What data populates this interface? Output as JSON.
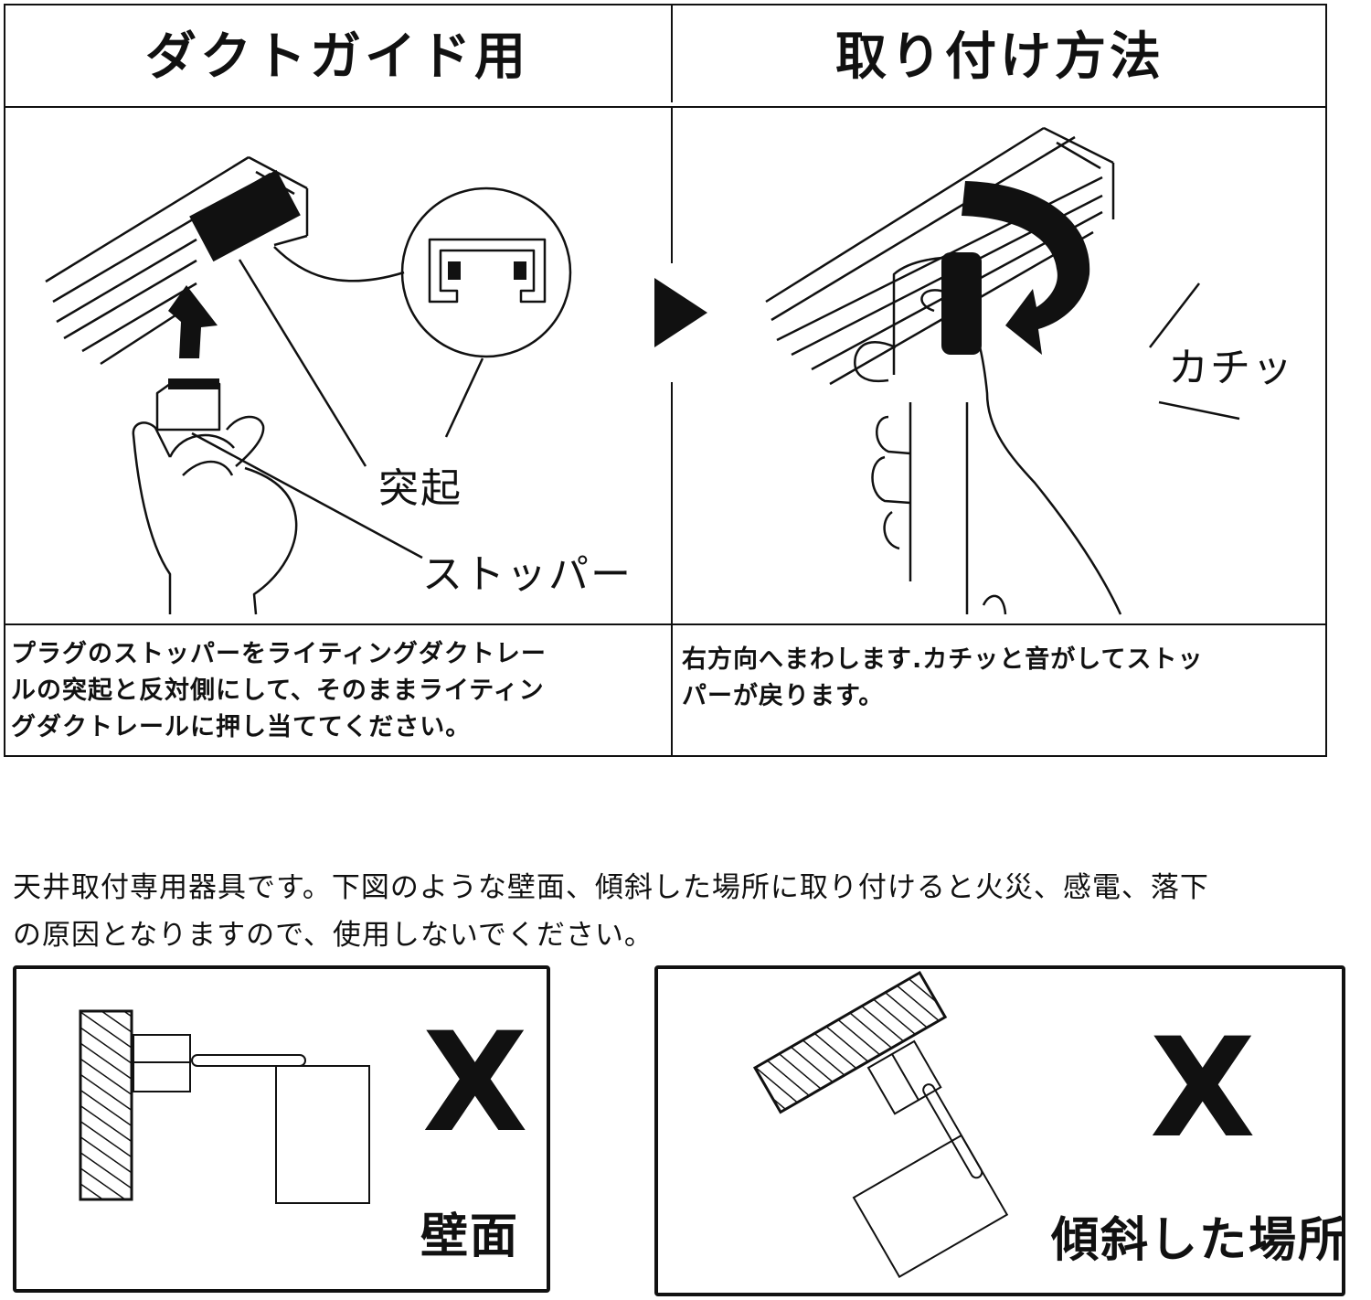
{
  "steps": [
    {
      "header": "ダクトガイド用",
      "labels": {
        "protrusion": "突起",
        "stopper": "ストッパー"
      },
      "description": [
        "プラグのストッパーをライティングダクトレー",
        "ルの突起と反対側にして、そのままライティン",
        "グダクトレールに押し当ててください。"
      ]
    },
    {
      "header": "取り付け方法",
      "labels": {
        "click_sound": "カチッ"
      },
      "description": [
        "右方向へまわします.カチッと音がしてストッ",
        "パーが戻ります。"
      ]
    }
  ],
  "note": [
    "天井取付専用器具です。下図のような壁面、傾斜した場所に取り付けると火災、感電、落下",
    "の原因となりますので、使用しないでください。"
  ],
  "warnings": [
    {
      "mark": "X",
      "label": "壁面"
    },
    {
      "mark": "X",
      "label": "傾斜した場所"
    }
  ]
}
